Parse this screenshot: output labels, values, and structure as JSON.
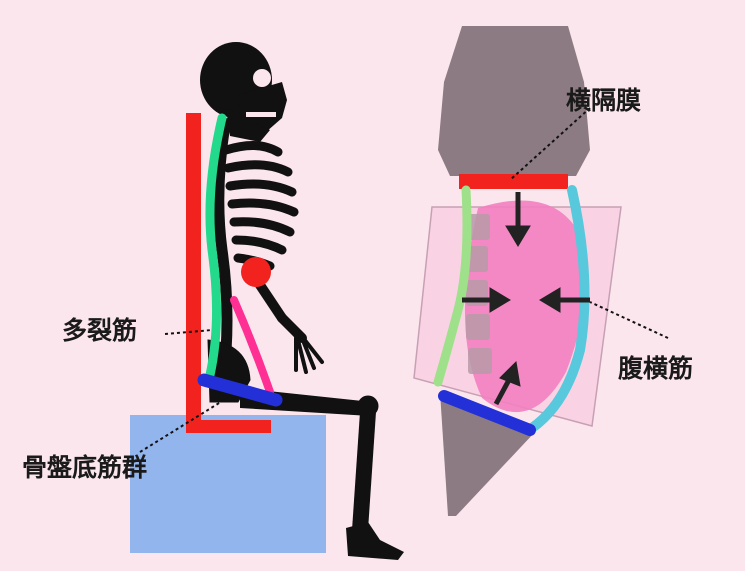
{
  "labels": {
    "multifidus": "多裂筋",
    "pelvic_floor": "骨盤底筋群",
    "diaphragm": "横隔膜",
    "transversus_abdominis": "腹横筋"
  },
  "colors": {
    "background": "#fce6ee",
    "chair_back": "#f2231f",
    "seat_box": "#93b5ee",
    "multifidus": "#23d98c",
    "pelvic_floor": "#2330d8",
    "diaphragm": "#f2231f",
    "transversus_abdominis": "#58c8dc",
    "abdominal_cavity": "#f37fc0",
    "torso_cylinder": "#8c7b82",
    "psoas": "#ff2f93",
    "bones": "#111111"
  }
}
